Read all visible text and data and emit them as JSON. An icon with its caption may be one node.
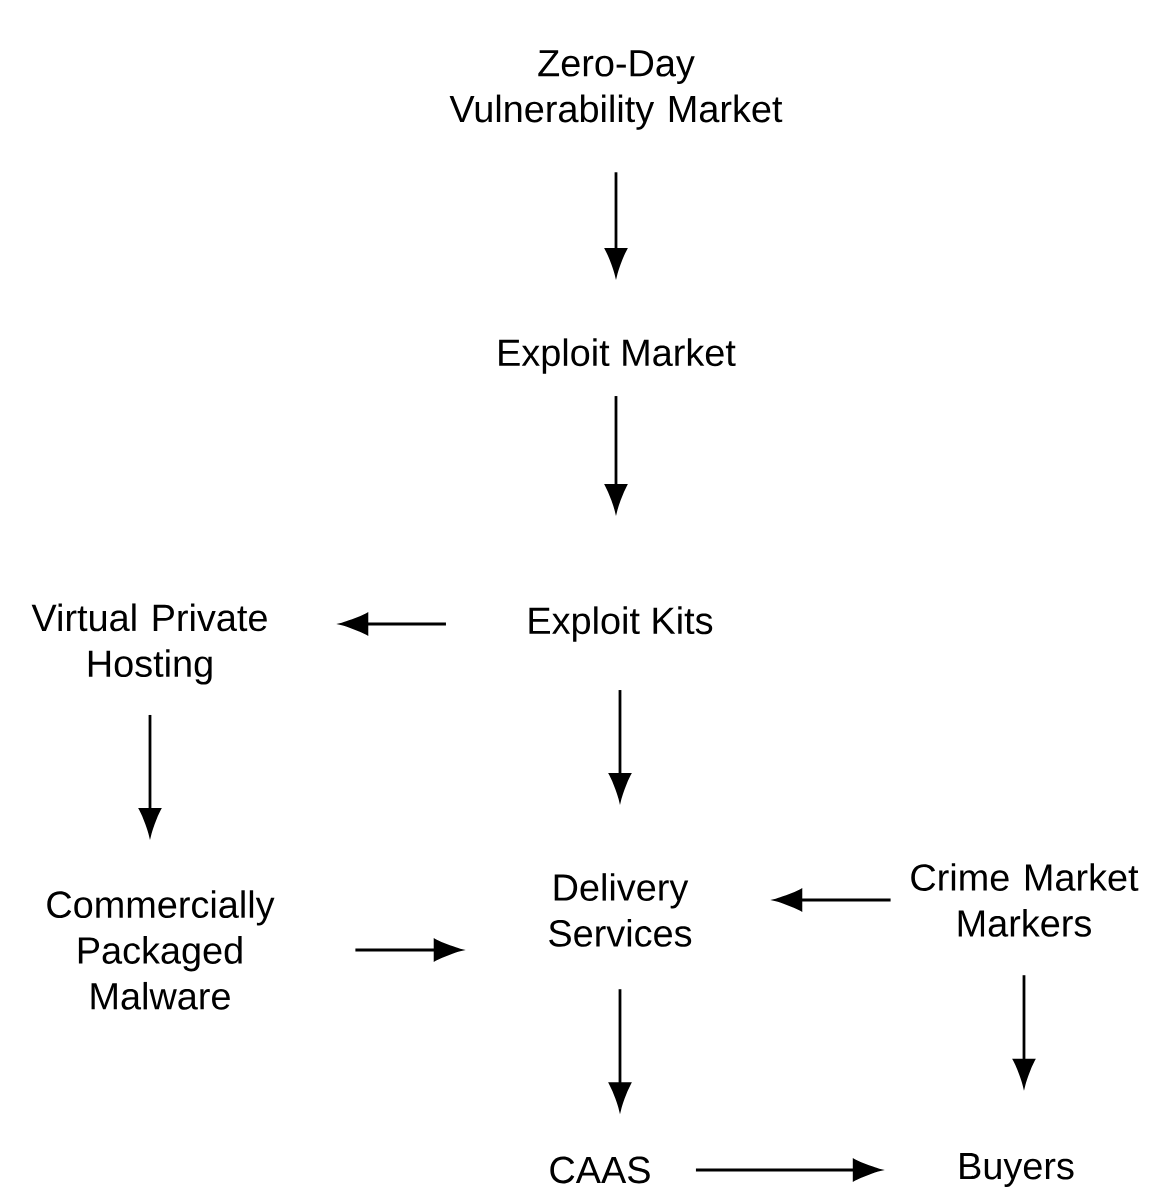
{
  "diagram": {
    "nodes": [
      {
        "text": [
          "Zero-Day Vulnerability Market"
        ]
      },
      {
        "text": [
          "Exploit Market"
        ]
      },
      {
        "text": [
          "Exploit Kits"
        ]
      },
      {
        "text": [
          "Virtual Private Hosting"
        ]
      },
      {
        "text": [
          "Commercially Packaged Malware"
        ]
      },
      {
        "text": [
          "Delivery Services"
        ]
      },
      {
        "text": [
          "Crime Market Markers"
        ]
      },
      {
        "text": [
          "CAAS"
        ]
      },
      {
        "text": [
          "Buyers"
        ]
      }
    ],
    "edges": [
      {
        "from": 0,
        "to": 1,
        "arrow": "to"
      },
      {
        "from": 1,
        "to": 2,
        "arrow": "to"
      },
      {
        "from": 2,
        "to": 3,
        "arrow": "to"
      },
      {
        "from": 2,
        "to": 5,
        "arrow": "to"
      },
      {
        "from": 3,
        "to": 4,
        "arrow": "to"
      },
      {
        "from": 4,
        "to": 5,
        "arrow": "to"
      },
      {
        "from": 6,
        "to": 5,
        "arrow": "to"
      },
      {
        "from": 5,
        "to": 7,
        "arrow": "to"
      },
      {
        "from": 6,
        "to": 8,
        "arrow": "to"
      },
      {
        "from": 7,
        "to": 8,
        "arrow": "to"
      }
    ]
  }
}
